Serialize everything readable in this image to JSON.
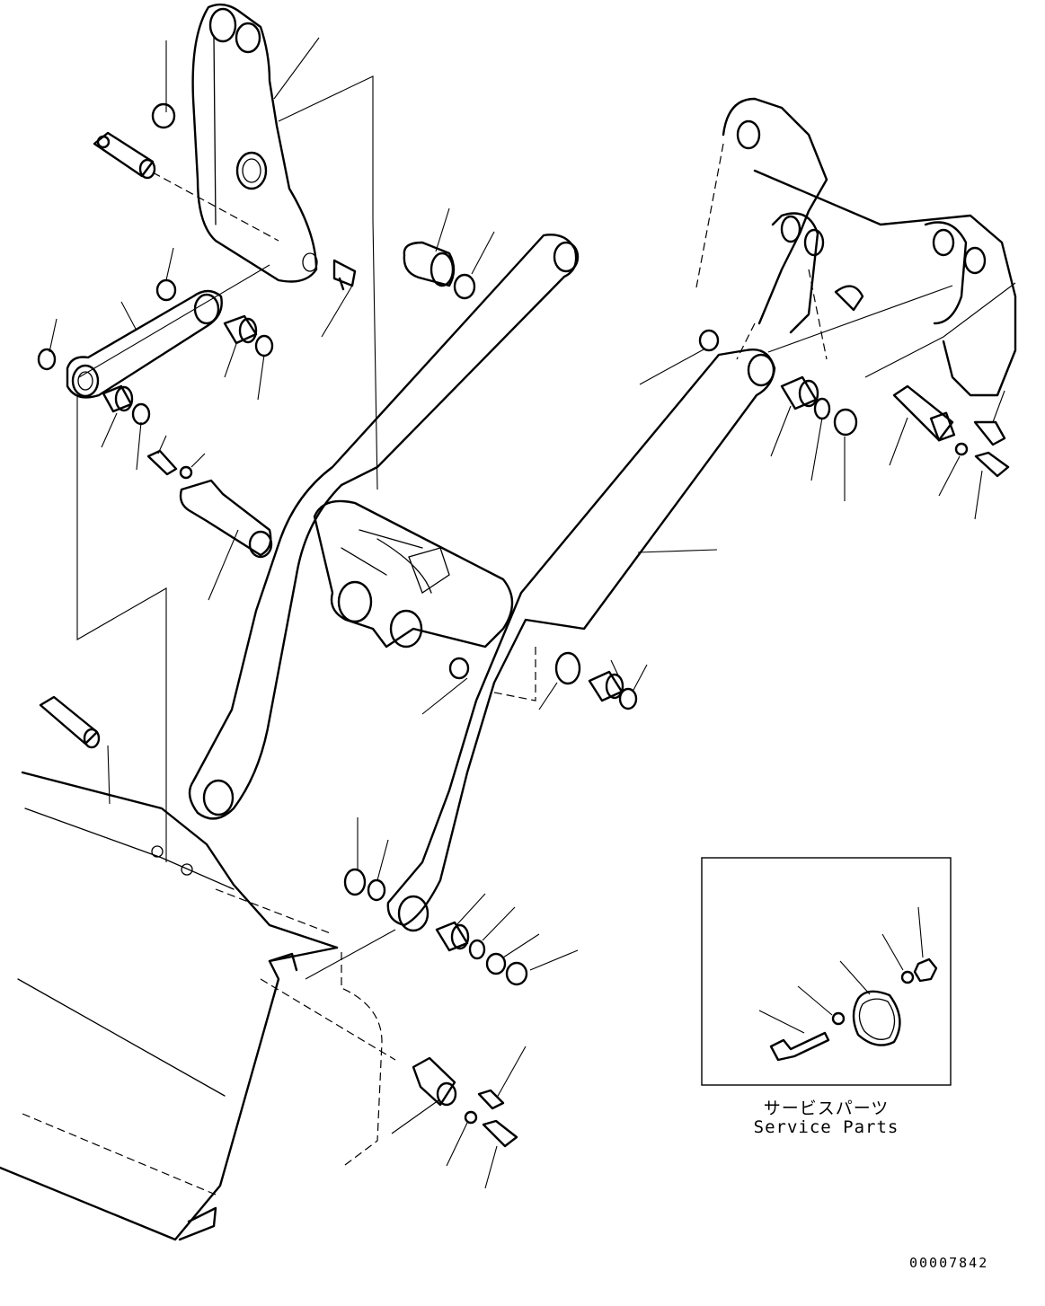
{
  "inset": {
    "label_ja": "サービスパーツ",
    "label_en": "Service Parts"
  },
  "drawing_number": "00007842"
}
